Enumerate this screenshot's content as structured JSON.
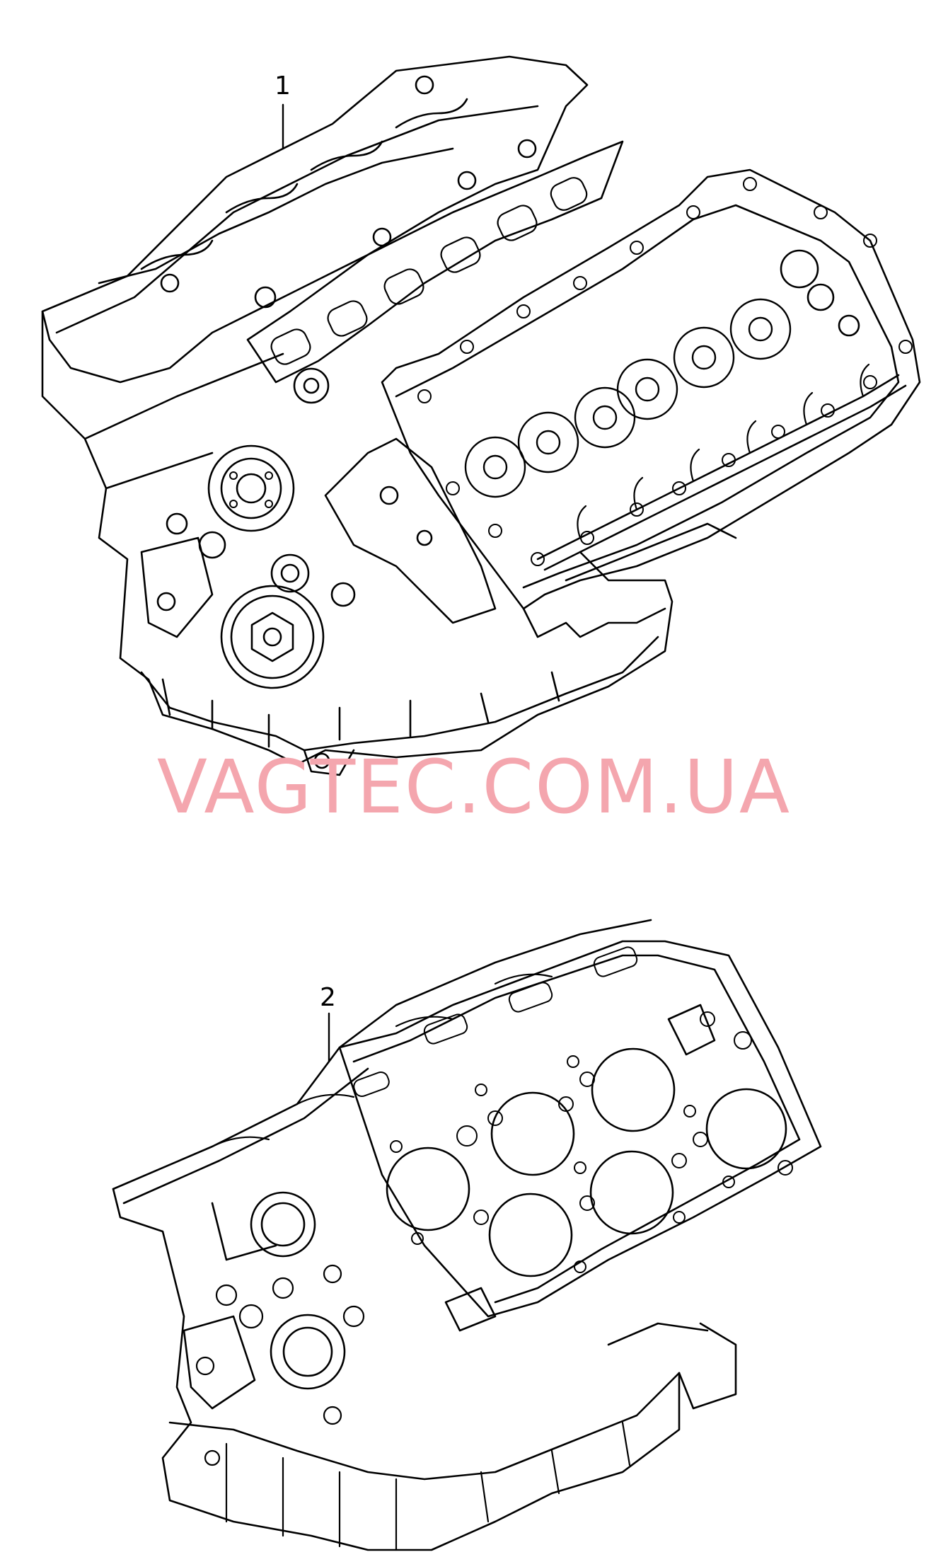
{
  "watermark": {
    "text": "VAGTEC.COM.UA",
    "color": "#f4a6ae"
  },
  "callouts": [
    {
      "label": "1"
    },
    {
      "label": "2"
    }
  ],
  "line_color": "#000000"
}
